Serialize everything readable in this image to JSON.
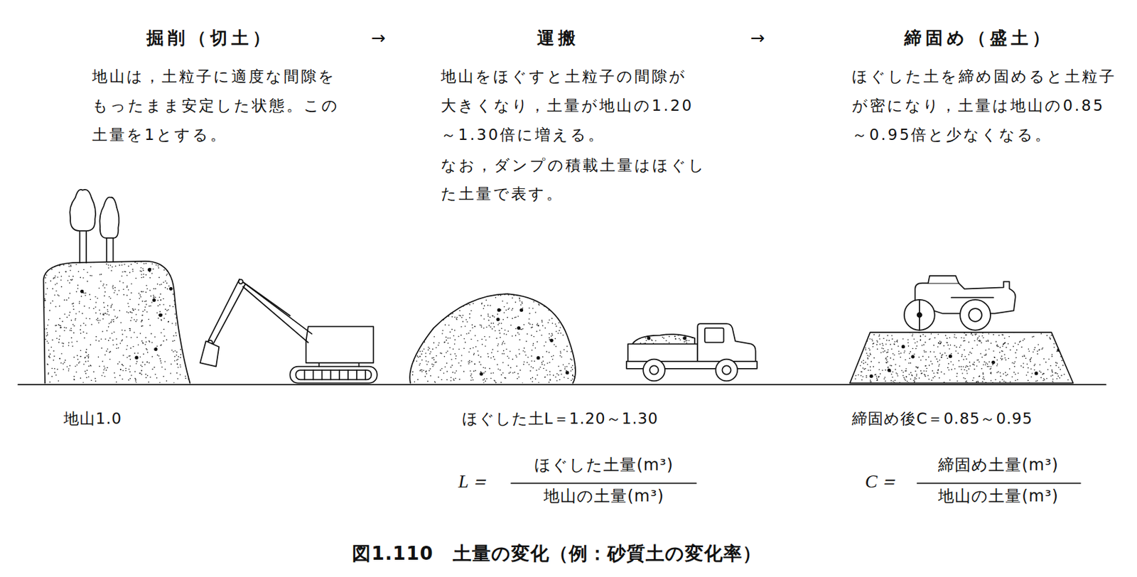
{
  "diagram": {
    "caption": "図1.110　土量の変化（例：砂質土の変化率）",
    "labels": [
      "掘削（切土）",
      "→",
      "運搬",
      "→",
      "締固め（盛土）",
      "地山は，土粒子に適度な間隙を もったまま安定した状態。この 土量を1とする。",
      "地山をほぐすと土粒子の間隙が 大きくなり，土量が地山の1.20 ～1.30倍に増える。",
      "なお，ダンプの積載土量はほぐし た土量で表す。",
      "ほぐした土を締め固めると土粒子 が密になり，土量は地山の0.85 ～0.95倍と少なくなる。",
      "地山1.0",
      "ほぐした土L＝1.20～1.30",
      "締固め後C＝0.85～0.95",
      "L＝",
      "ほぐした土量(m³)",
      "地山の土量(m³)",
      "C＝",
      "締固め土量(m³)",
      "地山の土量(m³)"
    ]
  }
}
